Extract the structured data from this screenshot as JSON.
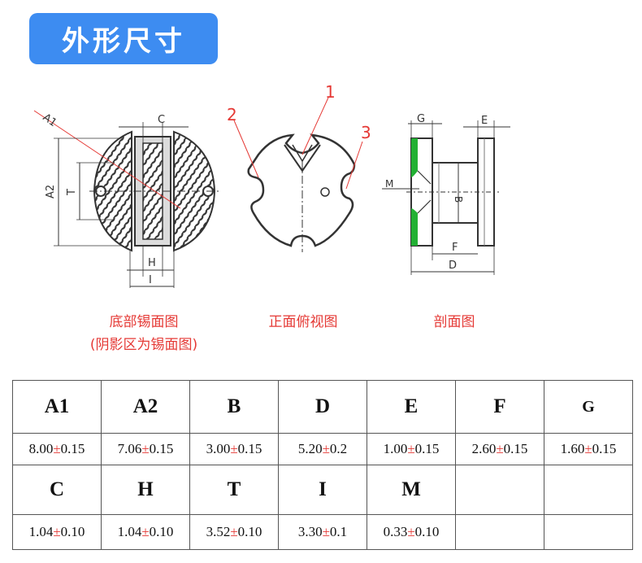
{
  "banner": {
    "title": "外形尺寸"
  },
  "views": {
    "bottom": {
      "caption1": "底部锡面图",
      "caption2": "(阴影区为锡面图)"
    },
    "top": {
      "caption": "正面俯视图"
    },
    "section": {
      "caption": "剖面图"
    }
  },
  "labels": {
    "A1": "A1",
    "A2": "A2",
    "C": "C",
    "T": "T",
    "H": "H",
    "I": "I",
    "n1": "1",
    "n2": "2",
    "n3": "3",
    "G": "G",
    "E": "E",
    "M": "M",
    "B": "B",
    "F": "F",
    "D": "D"
  },
  "table": {
    "row1": [
      {
        "key": "A1",
        "value": "8.00",
        "tol": "±",
        "rest": "0.15"
      },
      {
        "key": "A2",
        "value": "7.06",
        "tol": "±",
        "rest": "0.15"
      },
      {
        "key": "B",
        "value": "3.00",
        "tol": "±",
        "rest": "0.15"
      },
      {
        "key": "D",
        "value": "5.20",
        "tol": "±",
        "rest": "0.2"
      },
      {
        "key": "E",
        "value": "1.00",
        "tol": "±",
        "rest": "0.15"
      },
      {
        "key": "F",
        "value": "2.60",
        "tol": "±",
        "rest": "0.15"
      },
      {
        "key": "G",
        "value": "1.60",
        "tol": "±",
        "rest": "0.15"
      }
    ],
    "row2": [
      {
        "key": "C",
        "value": "1.04",
        "tol": "±",
        "rest": "0.10"
      },
      {
        "key": "H",
        "value": "1.04",
        "tol": "±",
        "rest": "0.10"
      },
      {
        "key": "T",
        "value": "3.52",
        "tol": "±",
        "rest": "0.10"
      },
      {
        "key": "I",
        "value": "3.30",
        "tol": "±",
        "rest": "0.1"
      },
      {
        "key": "M",
        "value": "0.33",
        "tol": "±",
        "rest": "0.10"
      },
      {
        "key": "",
        "value": "",
        "tol": "",
        "rest": ""
      },
      {
        "key": "",
        "value": "",
        "tol": "",
        "rest": ""
      }
    ]
  },
  "colors": {
    "banner": "#3d8cf1",
    "caption": "#e53935",
    "tin": "#22b033"
  }
}
